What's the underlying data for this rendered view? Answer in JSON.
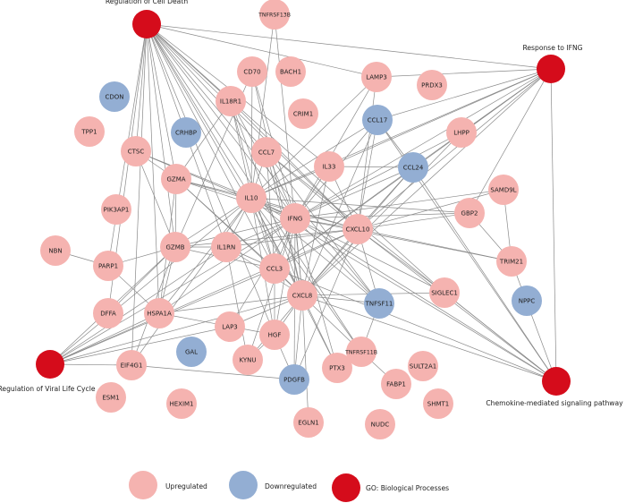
{
  "colors": {
    "upregulated": "#f5b3b0",
    "downregulated": "#93aed3",
    "go_process": "#d50c1b",
    "edge": "#8a8a8a"
  },
  "nodes": [
    {
      "id": "RCD",
      "label": "Regulation of Cell Death",
      "type": "go"
    },
    {
      "id": "RIFNG",
      "label": "Response to IFNG",
      "type": "go"
    },
    {
      "id": "RVLC",
      "label": "Regulation of Viral Life Cycle",
      "type": "go"
    },
    {
      "id": "CMSP",
      "label": "Chemokine-mediated signaling pathway",
      "type": "go"
    },
    {
      "id": "TNFRSF13B",
      "label": "TNFRSF13B",
      "type": "up"
    },
    {
      "id": "BACH1",
      "label": "BACH1",
      "type": "up"
    },
    {
      "id": "CD70",
      "label": "CD70",
      "type": "up"
    },
    {
      "id": "LAMP3",
      "label": "LAMP3",
      "type": "up"
    },
    {
      "id": "PRDX3",
      "label": "PRDX3",
      "type": "up"
    },
    {
      "id": "CDON",
      "label": "CDON",
      "type": "down"
    },
    {
      "id": "IL18R1",
      "label": "IL18R1",
      "type": "up"
    },
    {
      "id": "CRIM1",
      "label": "CRIM1",
      "type": "up"
    },
    {
      "id": "CCL17",
      "label": "CCL17",
      "type": "down"
    },
    {
      "id": "LHPP",
      "label": "LHPP",
      "type": "up"
    },
    {
      "id": "TPP1",
      "label": "TPP1",
      "type": "up"
    },
    {
      "id": "CRHBP",
      "label": "CRHBP",
      "type": "down"
    },
    {
      "id": "CTSC",
      "label": "CTSC",
      "type": "up"
    },
    {
      "id": "CCL7",
      "label": "CCL7",
      "type": "up"
    },
    {
      "id": "IL33",
      "label": "IL33",
      "type": "up"
    },
    {
      "id": "CCL24",
      "label": "CCL24",
      "type": "down"
    },
    {
      "id": "GZMA",
      "label": "GZMA",
      "type": "up"
    },
    {
      "id": "SAMD9L",
      "label": "SAMD9L",
      "type": "up"
    },
    {
      "id": "IL10",
      "label": "IL10",
      "type": "up"
    },
    {
      "id": "PIK3AP1",
      "label": "PIK3AP1",
      "type": "up"
    },
    {
      "id": "IFNG",
      "label": "IFNG",
      "type": "up"
    },
    {
      "id": "CXCL10",
      "label": "CXCL10",
      "type": "up"
    },
    {
      "id": "GBP2",
      "label": "GBP2",
      "type": "up"
    },
    {
      "id": "NBN",
      "label": "NBN",
      "type": "up"
    },
    {
      "id": "GZMB",
      "label": "GZMB",
      "type": "up"
    },
    {
      "id": "IL1RN",
      "label": "IL1RN",
      "type": "up"
    },
    {
      "id": "PARP1",
      "label": "PARP1",
      "type": "up"
    },
    {
      "id": "CCL3",
      "label": "CCL3",
      "type": "up"
    },
    {
      "id": "TRIM21",
      "label": "TRIM21",
      "type": "up"
    },
    {
      "id": "CXCL8",
      "label": "CXCL8",
      "type": "up"
    },
    {
      "id": "SIGLEC1",
      "label": "SIGLEC1",
      "type": "up"
    },
    {
      "id": "NPPC",
      "label": "NPPC",
      "type": "down"
    },
    {
      "id": "DFFA",
      "label": "DFFA",
      "type": "up"
    },
    {
      "id": "HSPA1A",
      "label": "HSPA1A",
      "type": "up"
    },
    {
      "id": "TNFSF11",
      "label": "TNFSF11",
      "type": "down"
    },
    {
      "id": "LAP3",
      "label": "LAP3",
      "type": "up"
    },
    {
      "id": "HGF",
      "label": "HGF",
      "type": "up"
    },
    {
      "id": "GAL",
      "label": "GAL",
      "type": "down"
    },
    {
      "id": "KYNU",
      "label": "KYNU",
      "type": "up"
    },
    {
      "id": "TNFRSF11B",
      "label": "TNFRSF11B",
      "type": "up"
    },
    {
      "id": "EIF4G1",
      "label": "EIF4G1",
      "type": "up"
    },
    {
      "id": "PTX3",
      "label": "PTX3",
      "type": "up"
    },
    {
      "id": "SULT2A1",
      "label": "SULT2A1",
      "type": "up"
    },
    {
      "id": "PDGFB",
      "label": "PDGFB",
      "type": "down"
    },
    {
      "id": "FABP1",
      "label": "FABP1",
      "type": "up"
    },
    {
      "id": "ESM1",
      "label": "ESM1",
      "type": "up"
    },
    {
      "id": "HEXIM1",
      "label": "HEXIM1",
      "type": "up"
    },
    {
      "id": "SHMT1",
      "label": "SHMT1",
      "type": "up"
    },
    {
      "id": "EGLN1",
      "label": "EGLN1",
      "type": "up"
    },
    {
      "id": "NUDC",
      "label": "NUDC",
      "type": "up"
    }
  ],
  "edges": [
    [
      "RCD",
      "LAMP3"
    ],
    [
      "RCD",
      "IL18R1"
    ],
    [
      "RCD",
      "CTSC"
    ],
    [
      "RCD",
      "GZMA"
    ],
    [
      "RCD",
      "GZMB"
    ],
    [
      "RCD",
      "IL10"
    ],
    [
      "RCD",
      "IFNG"
    ],
    [
      "RCD",
      "CXCL10"
    ],
    [
      "RCD",
      "CCL3"
    ],
    [
      "RCD",
      "CXCL8"
    ],
    [
      "RCD",
      "HSPA1A"
    ],
    [
      "RCD",
      "HGF"
    ],
    [
      "RCD",
      "IL1RN"
    ],
    [
      "RCD",
      "TNFSF11"
    ],
    [
      "RCD",
      "EIF4G1"
    ],
    [
      "RCD",
      "PARP1"
    ],
    [
      "RCD",
      "TNFRSF11B"
    ],
    [
      "RCD",
      "CCL7"
    ],
    [
      "RCD",
      "IL33"
    ],
    [
      "RCD",
      "DFFA"
    ],
    [
      "RCD",
      "SIGLEC1"
    ],
    [
      "RCD",
      "RIFNG"
    ],
    [
      "RIFNG",
      "LAMP3"
    ],
    [
      "RIFNG",
      "CCL17"
    ],
    [
      "RIFNG",
      "CCL24"
    ],
    [
      "RIFNG",
      "LHPP"
    ],
    [
      "RIFNG",
      "IL10"
    ],
    [
      "RIFNG",
      "IFNG"
    ],
    [
      "RIFNG",
      "CXCL10"
    ],
    [
      "RIFNG",
      "CMSP"
    ],
    [
      "RIFNG",
      "CXCL8"
    ],
    [
      "RIFNG",
      "GBP2"
    ],
    [
      "RIFNG",
      "CCL3"
    ],
    [
      "RIFNG",
      "IL33"
    ],
    [
      "RVLC",
      "IL10"
    ],
    [
      "RVLC",
      "IFNG"
    ],
    [
      "RVLC",
      "CXCL10"
    ],
    [
      "RVLC",
      "CXCL8"
    ],
    [
      "RVLC",
      "EIF4G1"
    ],
    [
      "RVLC",
      "HSPA1A"
    ],
    [
      "RVLC",
      "GZMB"
    ],
    [
      "RVLC",
      "IL1RN"
    ],
    [
      "RVLC",
      "CCL3"
    ],
    [
      "RVLC",
      "LAP3"
    ],
    [
      "CMSP",
      "CCL17"
    ],
    [
      "CMSP",
      "CCL24"
    ],
    [
      "CMSP",
      "CXCL10"
    ],
    [
      "CMSP",
      "CXCL8"
    ],
    [
      "CMSP",
      "CCL3"
    ],
    [
      "CMSP",
      "CCL7"
    ],
    [
      "CMSP",
      "TRIM21"
    ],
    [
      "CMSP",
      "SIGLEC1"
    ],
    [
      "CMSP",
      "IL10"
    ],
    [
      "CMSP",
      "IFNG"
    ],
    [
      "CD70",
      "IL10"
    ],
    [
      "CD70",
      "IFNG"
    ],
    [
      "CD70",
      "GZMB"
    ],
    [
      "CD70",
      "CXCL8"
    ],
    [
      "TNFRSF13B",
      "IL10"
    ],
    [
      "TNFRSF13B",
      "CXCL8"
    ],
    [
      "LAMP3",
      "IL10"
    ],
    [
      "LAMP3",
      "IFNG"
    ],
    [
      "LAMP3",
      "CXCL10"
    ],
    [
      "IL18R1",
      "IL10"
    ],
    [
      "IL18R1",
      "IFNG"
    ],
    [
      "IL18R1",
      "CCL3"
    ],
    [
      "IL18R1",
      "CXCL8"
    ],
    [
      "IL18R1",
      "GZMA"
    ],
    [
      "IL18R1",
      "CXCL10"
    ],
    [
      "CCL17",
      "IFNG"
    ],
    [
      "CCL17",
      "CXCL10"
    ],
    [
      "CCL17",
      "CCL24"
    ],
    [
      "CCL17",
      "IL10"
    ],
    [
      "CCL17",
      "CXCL8"
    ],
    [
      "LHPP",
      "IFNG"
    ],
    [
      "LHPP",
      "CXCL8"
    ],
    [
      "CTSC",
      "GZMA"
    ],
    [
      "CTSC",
      "GZMB"
    ],
    [
      "CTSC",
      "IFNG"
    ],
    [
      "CTSC",
      "IL10"
    ],
    [
      "CCL7",
      "IFNG"
    ],
    [
      "CCL7",
      "IL10"
    ],
    [
      "CCL7",
      "CXCL10"
    ],
    [
      "CCL7",
      "CCL3"
    ],
    [
      "CCL7",
      "CXCL8"
    ],
    [
      "CCL7",
      "TNFSF11"
    ],
    [
      "IL33",
      "IL10"
    ],
    [
      "IL33",
      "IFNG"
    ],
    [
      "IL33",
      "CXCL8"
    ],
    [
      "IL33",
      "CXCL10"
    ],
    [
      "IL33",
      "CCL24"
    ],
    [
      "CCL24",
      "CXCL10"
    ],
    [
      "CCL24",
      "CXCL8"
    ],
    [
      "CCL24",
      "IFNG"
    ],
    [
      "CCL24",
      "CCL3"
    ],
    [
      "GZMA",
      "IFNG"
    ],
    [
      "GZMA",
      "GZMB"
    ],
    [
      "GZMA",
      "IL10"
    ],
    [
      "GZMA",
      "CXCL10"
    ],
    [
      "GZMA",
      "CCL3"
    ],
    [
      "GZMA",
      "CXCL8"
    ],
    [
      "SAMD9L",
      "IFNG"
    ],
    [
      "SAMD9L",
      "TRIM21"
    ],
    [
      "SAMD9L",
      "CXCL10"
    ],
    [
      "IL10",
      "IFNG"
    ],
    [
      "IL10",
      "CXCL10"
    ],
    [
      "IL10",
      "CCL3"
    ],
    [
      "IL10",
      "CXCL8"
    ],
    [
      "IL10",
      "IL1RN"
    ],
    [
      "IL10",
      "GZMB"
    ],
    [
      "IL10",
      "HGF"
    ],
    [
      "IL10",
      "TNFSF11"
    ],
    [
      "IL10",
      "TNFRSF11B"
    ],
    [
      "IL10",
      "PTX3"
    ],
    [
      "IL10",
      "HSPA1A"
    ],
    [
      "IL10",
      "GBP2"
    ],
    [
      "IFNG",
      "CXCL10"
    ],
    [
      "IFNG",
      "CCL3"
    ],
    [
      "IFNG",
      "CXCL8"
    ],
    [
      "IFNG",
      "GZMB"
    ],
    [
      "IFNG",
      "GBP2"
    ],
    [
      "IFNG",
      "TRIM21"
    ],
    [
      "IFNG",
      "IL1RN"
    ],
    [
      "IFNG",
      "HGF"
    ],
    [
      "IFNG",
      "KYNU"
    ],
    [
      "IFNG",
      "PTX3"
    ],
    [
      "IFNG",
      "TNFSF11"
    ],
    [
      "IFNG",
      "LAP3"
    ],
    [
      "IFNG",
      "SIGLEC1"
    ],
    [
      "IFNG",
      "PDGFB"
    ],
    [
      "IFNG",
      "HSPA1A"
    ],
    [
      "CXCL10",
      "GBP2"
    ],
    [
      "CXCL10",
      "TRIM21"
    ],
    [
      "CXCL10",
      "CXCL8"
    ],
    [
      "CXCL10",
      "CCL3"
    ],
    [
      "CXCL10",
      "GZMB"
    ],
    [
      "CXCL10",
      "SIGLEC1"
    ],
    [
      "CXCL10",
      "TNFSF11"
    ],
    [
      "CXCL10",
      "IL1RN"
    ],
    [
      "CXCL10",
      "PDGFB"
    ],
    [
      "GBP2",
      "TRIM21"
    ],
    [
      "GZMB",
      "PARP1"
    ],
    [
      "GZMB",
      "HSPA1A"
    ],
    [
      "GZMB",
      "IL1RN"
    ],
    [
      "GZMB",
      "CCL3"
    ],
    [
      "GZMB",
      "EIF4G1"
    ],
    [
      "IL1RN",
      "CXCL8"
    ],
    [
      "IL1RN",
      "CCL3"
    ],
    [
      "IL1RN",
      "KYNU"
    ],
    [
      "PARP1",
      "HSPA1A"
    ],
    [
      "PARP1",
      "NBN"
    ],
    [
      "CCL3",
      "CXCL8"
    ],
    [
      "CCL3",
      "HGF"
    ],
    [
      "CXCL8",
      "TNFSF11"
    ],
    [
      "CXCL8",
      "HGF"
    ],
    [
      "CXCL8",
      "PTX3"
    ],
    [
      "CXCL8",
      "TNFRSF11B"
    ],
    [
      "CXCL8",
      "PDGFB"
    ],
    [
      "CXCL8",
      "HSPA1A"
    ],
    [
      "CXCL8",
      "LAP3"
    ],
    [
      "CXCL8",
      "KYNU"
    ],
    [
      "CXCL8",
      "SIGLEC1"
    ],
    [
      "CXCL8",
      "EGLN1"
    ],
    [
      "TNFSF11",
      "TNFRSF11B"
    ],
    [
      "TNFRSF11B",
      "FABP1"
    ],
    [
      "HSPA1A",
      "GZMA"
    ],
    [
      "HSPA1A",
      "HGF"
    ],
    [
      "HGF",
      "PDGFB"
    ],
    [
      "HGF",
      "KYNU"
    ],
    [
      "EIF4G1",
      "PDGFB"
    ],
    [
      "EIF4G1",
      "IL10"
    ],
    [
      "DFFA",
      "GZMB"
    ]
  ],
  "legend": [
    {
      "key": "upregulated",
      "label": "Upregulated"
    },
    {
      "key": "downregulated",
      "label": "Downregulated"
    },
    {
      "key": "go_process",
      "label": "GO: Biological Processes"
    }
  ]
}
